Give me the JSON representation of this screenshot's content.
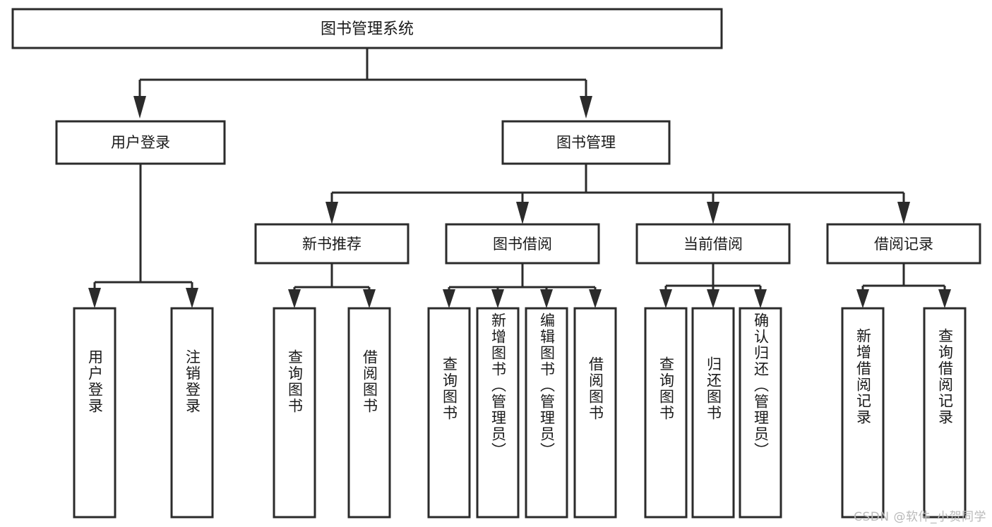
{
  "diagram": {
    "type": "tree-hierarchy",
    "root": {
      "label": "图书管理系统"
    },
    "level2": [
      {
        "label": "用户登录"
      },
      {
        "label": "图书管理"
      }
    ],
    "level3": [
      {
        "label": "新书推荐"
      },
      {
        "label": "图书借阅"
      },
      {
        "label": "当前借阅"
      },
      {
        "label": "借阅记录"
      }
    ],
    "leaves": {
      "user_login": [
        {
          "label": "用户登录"
        },
        {
          "label": "注销登录"
        }
      ],
      "new_book_recommend": [
        {
          "label": "查询图书"
        },
        {
          "label": "借阅图书"
        }
      ],
      "book_borrow": [
        {
          "label": "查询图书"
        },
        {
          "label": "新增图书（管理员）"
        },
        {
          "label": "编辑图书（管理员）"
        },
        {
          "label": "借阅图书"
        }
      ],
      "current_borrow": [
        {
          "label": "查询图书"
        },
        {
          "label": "归还图书"
        },
        {
          "label": "确认归还（管理员）"
        }
      ],
      "borrow_record": [
        {
          "label": "新增借阅记录"
        },
        {
          "label": "查询借阅记录"
        }
      ]
    }
  },
  "watermark": {
    "text": "CSDN @软件_小贺同学"
  },
  "colors": {
    "stroke": "#2b2b2b",
    "fill": "#ffffff",
    "text": "#1a1a1a",
    "watermark": "#b9b9b9"
  }
}
